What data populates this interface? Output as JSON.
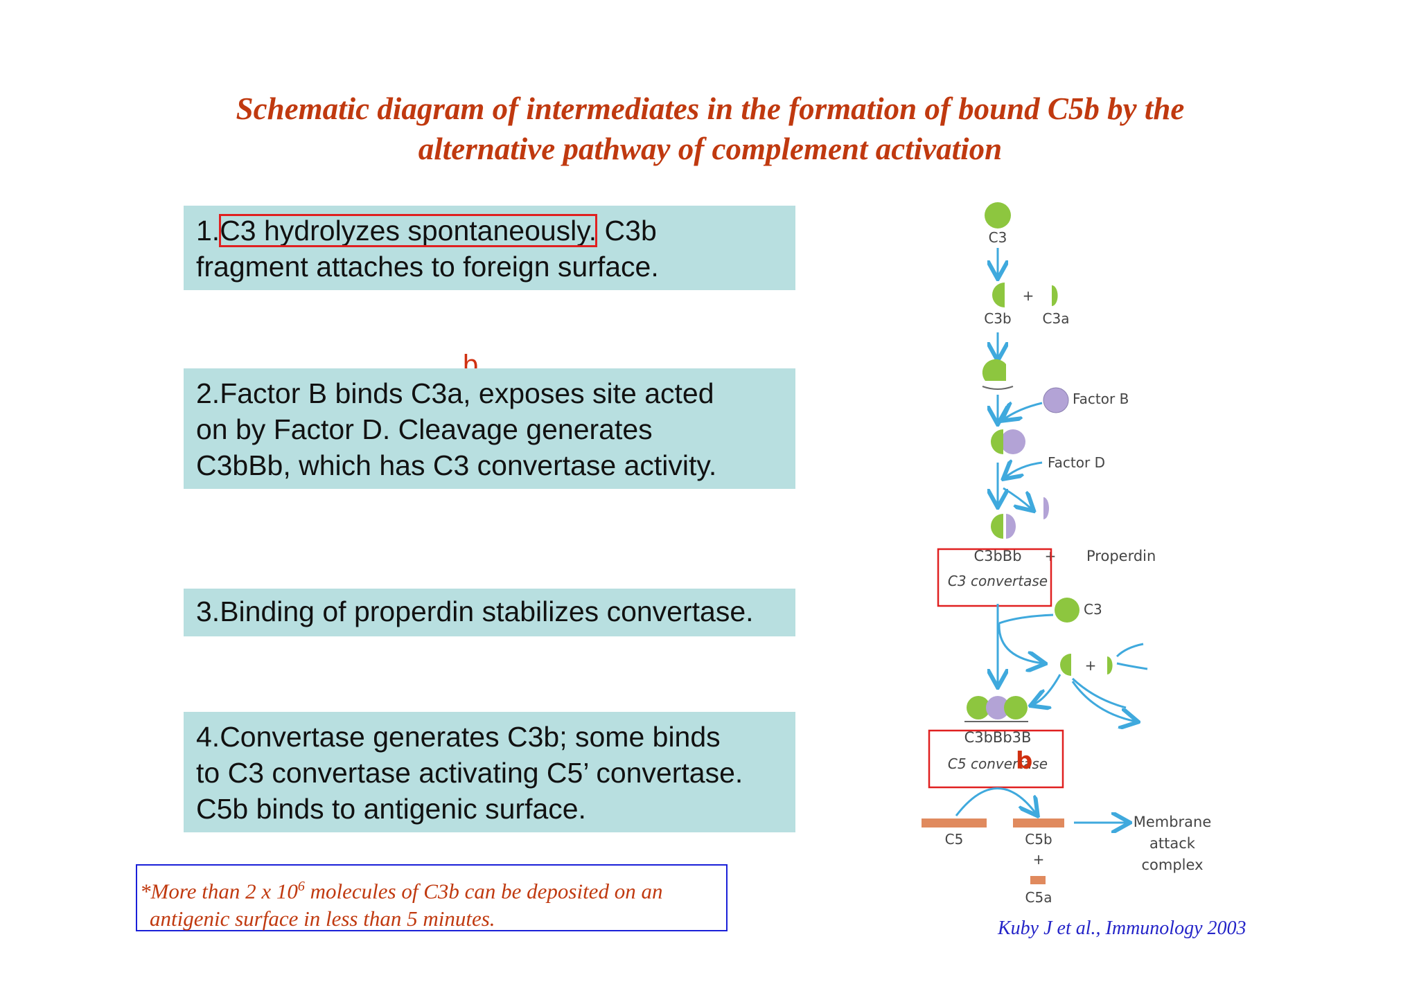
{
  "title": {
    "line1": "Schematic diagram of intermediates in the formation of bound C5b by the",
    "line2": "alternative pathway of complement activation"
  },
  "steps": [
    {
      "prefix": "1.",
      "highlight": "C3 hydrolyzes spontaneously.",
      "rest": " C3b",
      "line2": "fragment attaches to foreign surface."
    },
    {
      "line1": "2.Factor B binds C3a, exposes site acted",
      "line2": "on by  Factor D. Cleavage generates",
      "line3": "C3bBb, which has C3 convertase activity."
    },
    {
      "line1": "3.Binding of properdin stabilizes convertase."
    },
    {
      "line1": "4.Convertase generates C3b; some binds",
      "line2": "to C3 convertase activating C5’ convertase.",
      "line3": "C5b binds to antigenic surface."
    }
  ],
  "annotation_b1": "b",
  "annotation_b2": "b",
  "note": {
    "pre": "*More than 2 x 10",
    "sup": "6",
    "post": " molecules of C3b can be deposited on an",
    "line2": "antigenic surface in less than 5 minutes."
  },
  "citation": "Kuby J et al., Immunology 2003",
  "diagram": {
    "c3_top": "C3",
    "c3b": "C3b",
    "plus1": "+",
    "c3a": "C3a",
    "factor_b": "Factor B",
    "factor_d": "Factor D",
    "c3bbb": "C3bBb",
    "plus2": "+",
    "properdin": "Properdin",
    "c3_convertase": "C3 convertase",
    "c3_mid": "C3",
    "plus3": "+",
    "c3bbb3b": "C3bBb3B",
    "c5_convertase": "C5 convertase",
    "c5": "C5",
    "c5b": "C5b",
    "plus4": "+",
    "c5a": "C5a",
    "mac_line1": "Membrane",
    "mac_line2": "attack",
    "mac_line3": "complex"
  },
  "colors": {
    "title": "#c0390f",
    "box": "#b8dfe0",
    "green": "#8dc63f",
    "purple": "#b3a3d6",
    "arrow": "#3fa9dd",
    "orange": "#e08a5e"
  }
}
